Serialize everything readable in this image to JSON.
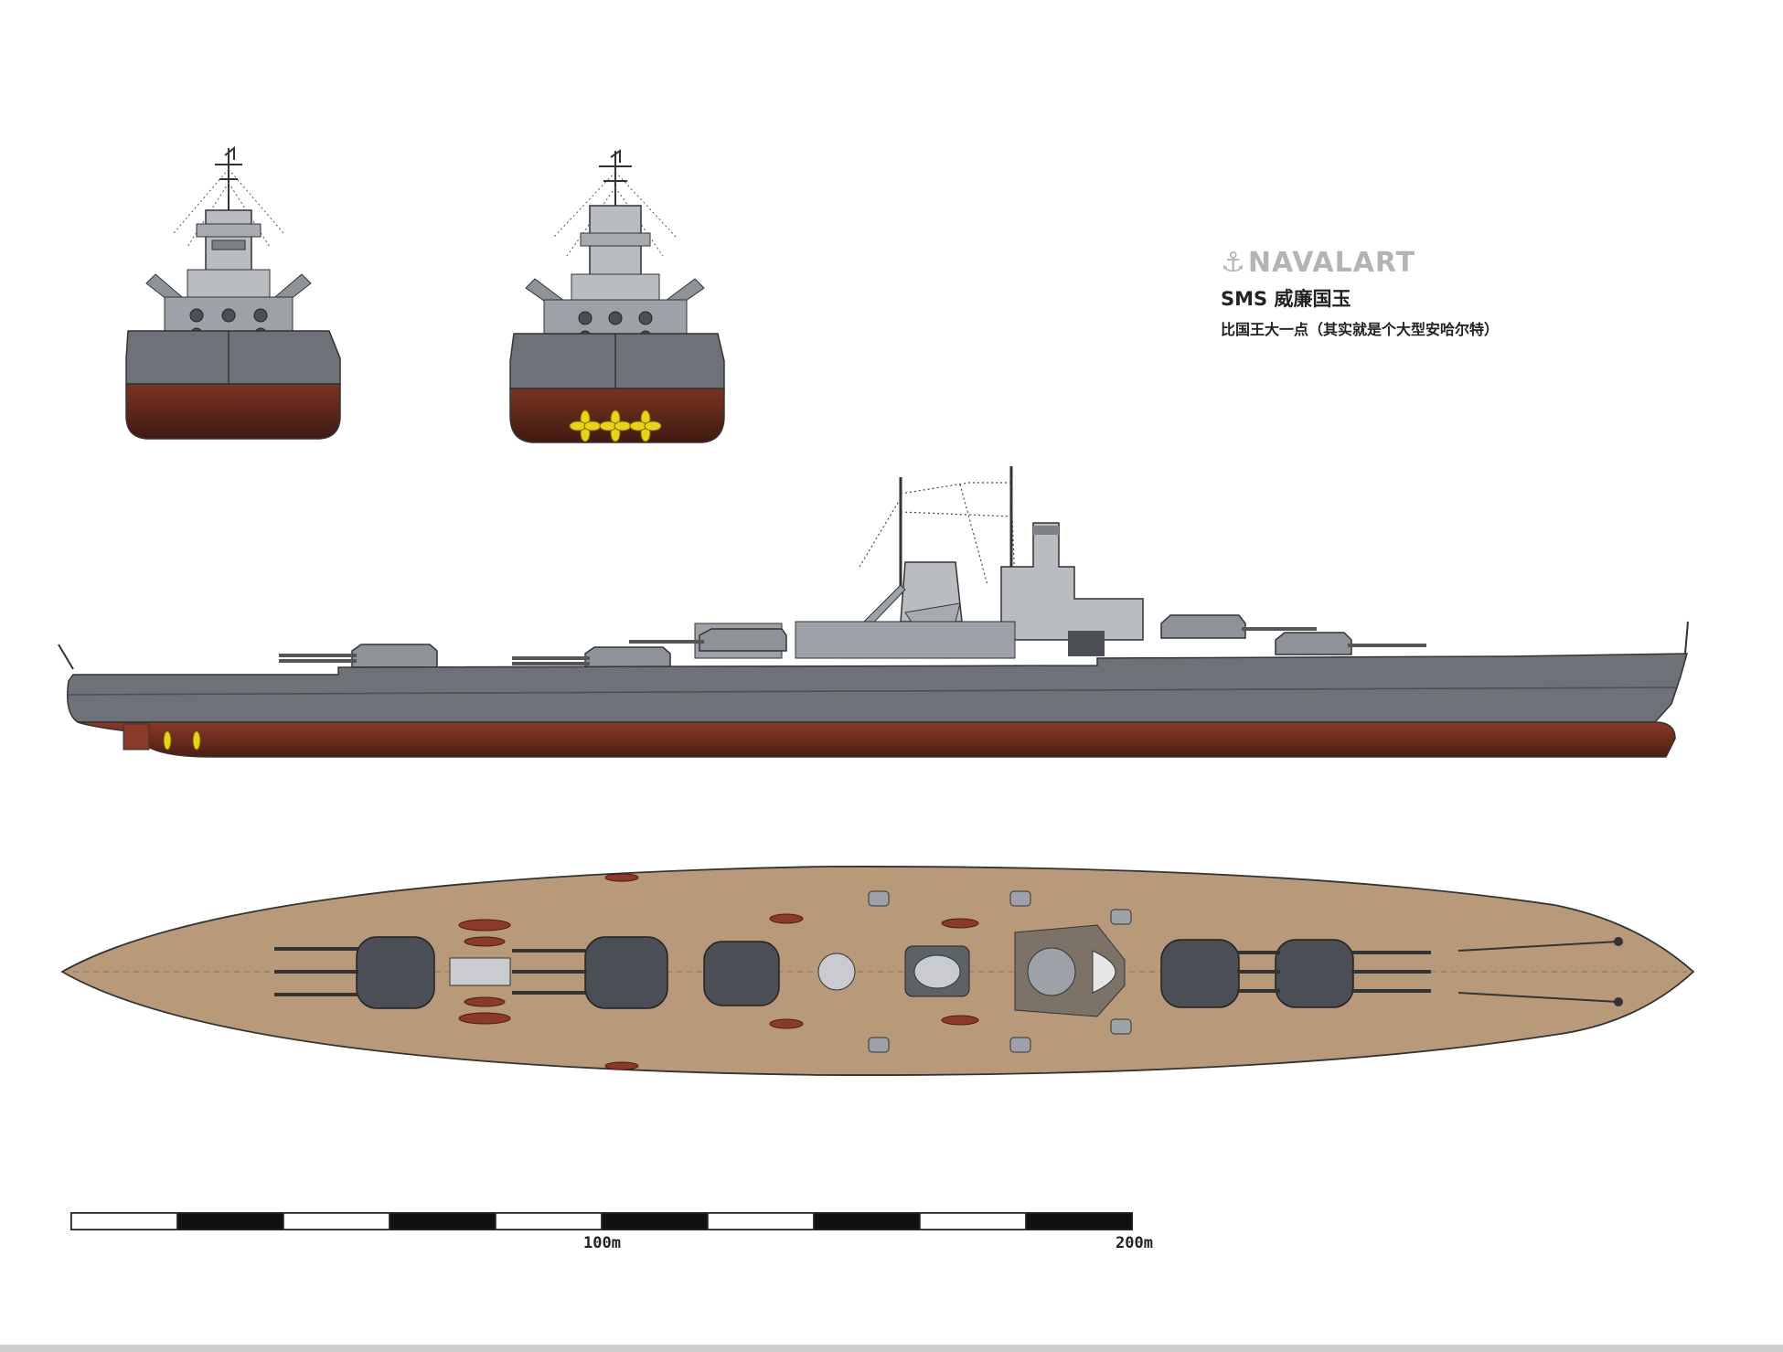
{
  "branding": {
    "anchor_icon": "anchor-icon",
    "name": "NAVALART"
  },
  "ship": {
    "name": "SMS 威廉国玉",
    "note": "比国王大一点（其实就是个大型安哈尔特）"
  },
  "scale_bar": {
    "labels": [
      "100m",
      "200m"
    ],
    "segments": 10
  },
  "colors": {
    "hull_grey": "#6d7178",
    "superstructure_grey": "#b9bcc1",
    "below_waterline": "#6b2a1e",
    "deck": "#b8997a",
    "turret_dark": "#4b4e55",
    "propeller": "#e8d21a",
    "boat": "#8a3a28"
  }
}
